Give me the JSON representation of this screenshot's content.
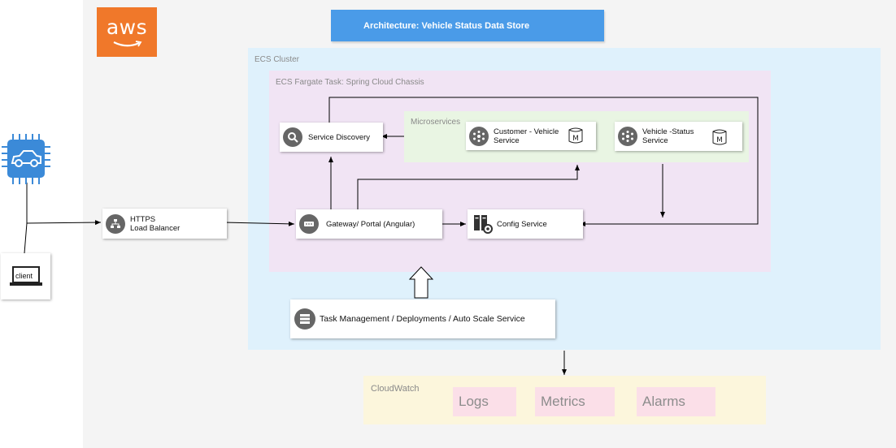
{
  "aws_logo": {
    "text": "aws"
  },
  "title": "Architecture: Vehicle Status Data Store",
  "groups": {
    "ecs_cluster": "ECS Cluster",
    "fargate_task": "ECS Fargate Task: Spring Cloud Chassis",
    "microservices": "Microservices",
    "cloudwatch": "CloudWatch"
  },
  "nodes": {
    "service_discovery": "Service Discovery",
    "customer_vehicle": "Customer - Vehicle\nService",
    "vehicle_status": "Vehicle -Status\nService",
    "gateway": "Gateway/ Portal (Angular)",
    "config": "Config Service",
    "load_balancer": "HTTPS\nLoad Balancer",
    "task_mgmt": "Task Management / Deployments / Auto Scale Service",
    "client": "client"
  },
  "cloudwatch_items": {
    "logs": "Logs",
    "metrics": "Metrics",
    "alarms": "Alarms"
  },
  "colors": {
    "aws_orange": "#f0782a",
    "title_blue": "#4a9be8",
    "ecs_cluster_bg": "#dff1fc",
    "fargate_bg": "#f1e4f4",
    "microservices_bg": "#e9f5e3",
    "cloudwatch_bg": "#fcf6dc",
    "cloudwatch_item_bg": "#fbdfe8",
    "vehicle_icon_blue": "#3b8ad8"
  }
}
